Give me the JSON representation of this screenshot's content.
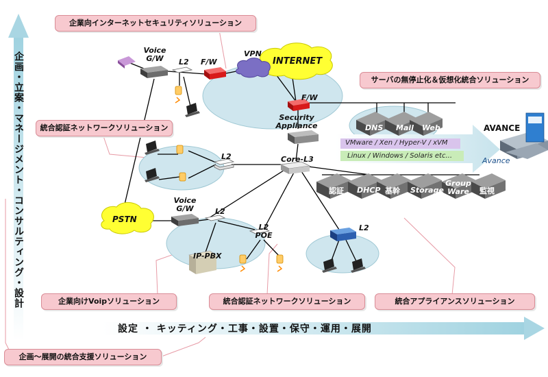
{
  "axes": {
    "vertical": "企画・立案・マネージメント・コンサルティング・設計",
    "horizontal": "設定 ・ キッティング・工事・設置・保守・運用・展開"
  },
  "pills": {
    "security": "企業向インターネットセキュリティソリューション",
    "server": "サーバの無停止化＆仮想化統合ソリューション",
    "auth_top": "統合認証ネットワークソリューション",
    "voip": "企業向けVoipソリューション",
    "auth_bottom": "統合認証ネットワークソリューション",
    "appliance": "統合アプライアンスソリューション",
    "support": "企画～展開の統合支援ソリューション"
  },
  "labels": {
    "voice_gw_top": "Voice\nG/W",
    "l2_top": "L2",
    "fw_top": "F/W",
    "vpn": "VPN",
    "internet": "INTERNET",
    "fw_right": "F/W",
    "security_appliance": "Security\nAppliance",
    "dns": "DNS",
    "mail": "Mail",
    "web": "Web",
    "virt": "VMware / Xen / Hyper-V / xVM",
    "os": "Linux / Windows / Solaris  etc...",
    "avance_logo": "AVANCE",
    "avance": "Avance",
    "l2_mid": "L2",
    "core": "Core-L3",
    "ninsho": "認証",
    "dhcp": "DHCP",
    "kikan": "基幹",
    "storage": "Storage",
    "groupware": "Group\nWare",
    "kanshi": "監視",
    "pstn": "PSTN",
    "voice_gw_bottom": "Voice\nG/W",
    "l2_bottom": "L2",
    "ippbx": "IP-PBX",
    "l2_poe": "L2\nPOE",
    "l2_right": "L2"
  },
  "colors": {
    "pill_fill": "#f7c9cf",
    "cloud_fill": "#cfe6ee",
    "internet_fill": "#ffff33",
    "firewall_red": "#d81a1a",
    "arrow_blue": "#b9dde7"
  }
}
